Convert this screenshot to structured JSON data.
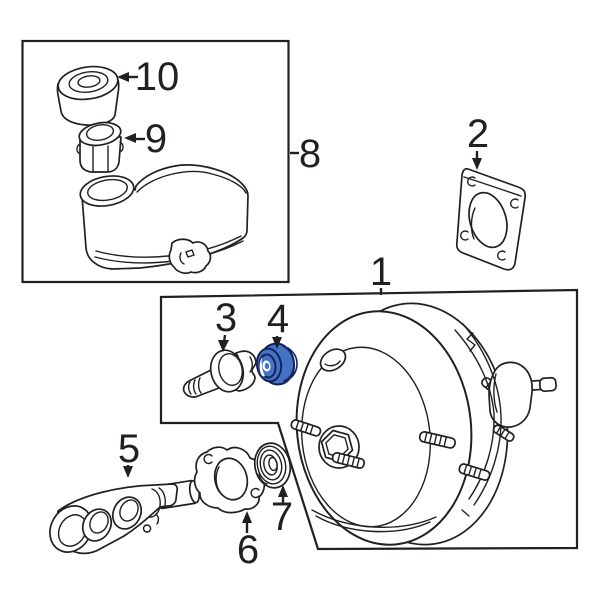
{
  "colors": {
    "background": "#ffffff",
    "line": "#231f20",
    "part_highlight_fill": "#4273c5",
    "part_highlight_shade": "#2d56a5",
    "part_highlight_outline": "#15235a",
    "part_highlight_gleam": "#ffffff"
  },
  "highlighted_callout": "4",
  "callouts": {
    "c1": "1",
    "c2": "2",
    "c3": "3",
    "c4": "4",
    "c5": "5",
    "c6": "6",
    "c7": "7",
    "c8": "8",
    "c9": "9",
    "c10": "10"
  }
}
